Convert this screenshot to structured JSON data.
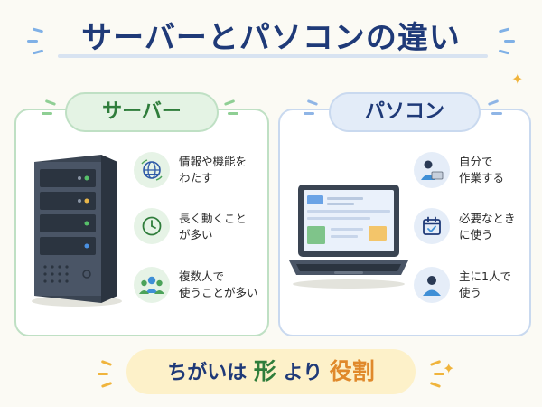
{
  "title": "サーバーとパソコンの違い",
  "server": {
    "heading": "サーバー",
    "features": [
      {
        "icon": "globe-icon",
        "lines": [
          "情報や機能を",
          "わたす"
        ]
      },
      {
        "icon": "clock-icon",
        "lines": [
          "長く動くこと",
          "が多い"
        ]
      },
      {
        "icon": "people-icon",
        "lines": [
          "複数人で",
          "使うことが多い"
        ]
      }
    ]
  },
  "pc": {
    "heading": "パソコン",
    "features": [
      {
        "icon": "person-laptop-icon",
        "lines": [
          "自分で",
          "作業する"
        ]
      },
      {
        "icon": "calendar-check-icon",
        "lines": [
          "必要なとき",
          "に使う"
        ]
      },
      {
        "icon": "person-icon",
        "lines": [
          "主に1人で",
          "使う"
        ]
      }
    ]
  },
  "banner": {
    "part1": "ちがいは",
    "part2": "形",
    "part3": "より",
    "part4": "役割"
  },
  "colors": {
    "navy": "#1f3a78",
    "green": "#2f7d3b",
    "orange": "#e0892b",
    "banner_bg": "#fdf1c9"
  }
}
